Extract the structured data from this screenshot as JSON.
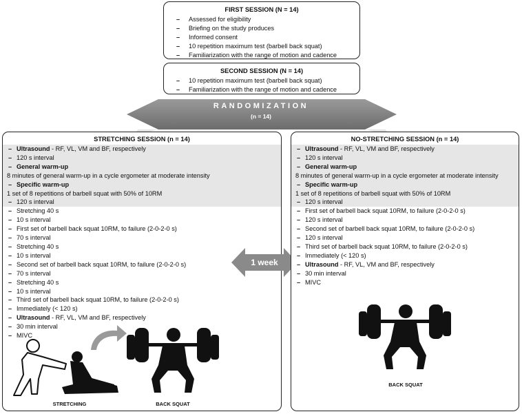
{
  "first_session": {
    "title": "FIRST SESSION (N = 14)",
    "items": [
      "Assessed for eligibility",
      "Briefing on the study produces",
      "Informed consent",
      "10 repetition maximum test (barbell back squat)",
      "Familiarization with the range of motion and cadence"
    ]
  },
  "second_session": {
    "title": "SECOND SESSION (N = 14)",
    "items": [
      "10 repetition maximum test (barbell back squat)",
      "Familiarization with the range of motion and cadence"
    ]
  },
  "randomization": {
    "label": "RANDOMIZATION",
    "n": "(n = 14)"
  },
  "stretching_session": {
    "title": "STRETCHING SESSION (n = 14)",
    "ultrasound_label": "Ultrasound",
    "ultrasound_rest": " - RF, VL, VM and BF, respectively",
    "interval_120": "120 s interval",
    "general_warmup": "General warm-up",
    "general_desc": "8 minutes of general warm-up in a cycle ergometer at moderate intensity",
    "specific_warmup": "Specific warm-up",
    "specific_desc": "1 set of 8 repetitions of barbell squat with 50% of 10RM",
    "interval_120b": "120 s interval",
    "steps": [
      "Stretching 40 s",
      "10 s interval",
      "First set of barbell back squat 10RM, to failure (2-0-2-0 s)",
      "70 s interval",
      "Stretching 40 s",
      "10 s interval",
      "Second set of barbell back squat 10RM, to failure (2-0-2-0 s)",
      "70 s interval",
      "Stretching 40 s",
      "10 s interval",
      "Third set of barbell back squat 10RM, to failure (2-0-2-0 s)",
      "Immediately (< 120 s)"
    ],
    "ultrasound2_label": "Ultrasound",
    "ultrasound2_rest": " - RF, VL, VM and BF, respectively",
    "interval_30": "30 min interval",
    "mivc": "MIVC",
    "caption_stretching": "STRETCHING",
    "caption_squat": "BACK SQUAT"
  },
  "no_stretching_session": {
    "title": "NO-STRETCHING SESSION (n = 14)",
    "ultrasound_label": "Ultrasound",
    "ultrasound_rest": " - RF, VL, VM and BF, respectively",
    "interval_120": "120 s interval",
    "general_warmup": "General warm-up",
    "general_desc": "8 minutes of general warm-up in a cycle ergometer at moderate intensity",
    "specific_warmup": "Specific warm-up",
    "specific_desc": "1 set of 8 repetitions of barbell squat with 50% of 10RM",
    "interval_120b": "120 s interval",
    "steps": [
      "First set of barbell back squat 10RM, to failure (2-0-2-0 s)",
      "120 s interval",
      "Second set of barbell back squat 10RM, to failure (2-0-2-0 s)",
      "120 s interval",
      "Third set of barbell back squat 10RM, to failure (2-0-2-0 s)",
      "Immediately (< 120 s)"
    ],
    "ultrasound2_label": "Ultrasound",
    "ultrasound2_rest": " - RF, VL, VM and BF, respectively",
    "interval_30": "30 min interval",
    "mivc": "MIVC",
    "caption_squat": "BACK SQUAT"
  },
  "week_arrow": {
    "label": "1 week"
  },
  "colors": {
    "arrow_gray": "#8a8a8a",
    "shade": "#e6e6e6",
    "border": "#222222"
  },
  "icons": [
    "stretching-figure-icon",
    "back-squat-figure-icon",
    "curved-arrow-icon"
  ]
}
